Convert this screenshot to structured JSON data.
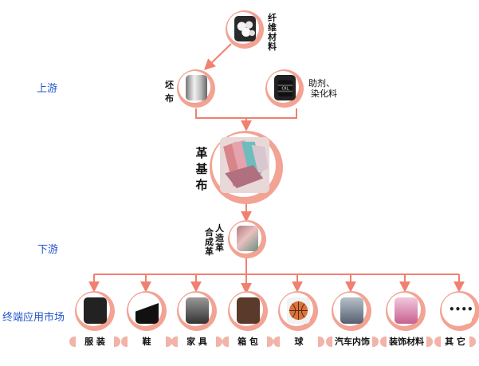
{
  "colors": {
    "accent": "#f08070",
    "line": "#f08070",
    "side_label": "#2255cc"
  },
  "side_labels": {
    "upstream": "上游",
    "downstream": "下游",
    "terminal": "终端应用市场"
  },
  "nodes": {
    "fiber": {
      "label": "纤维材料",
      "icon": "cotton-bolls-photo"
    },
    "greige": {
      "label": "坯布",
      "icon": "fabric-roll-photo"
    },
    "auxiliaries": {
      "label_line1": "助剂、",
      "label_line2": "染化料",
      "icon": "oil-barrel-photo"
    },
    "base_fabric": {
      "label": "革基布",
      "icon": "fabric-swatches-photo"
    },
    "synthetic_leather": {
      "label_col1": "人造革",
      "label_col2": "合成革",
      "icon": "leather-roll-photo"
    }
  },
  "markets": [
    {
      "label": "服 装",
      "icon": "leather-jacket-photo"
    },
    {
      "label": "鞋",
      "icon": "leather-shoes-photo"
    },
    {
      "label": "家 具",
      "icon": "leather-sofa-photo"
    },
    {
      "label": "箱 包",
      "icon": "handbag-photo"
    },
    {
      "label": "球",
      "icon": "basketball-photo"
    },
    {
      "label": "汽车内饰",
      "icon": "car-interior-photo"
    },
    {
      "label": "装饰材料",
      "icon": "decor-room-photo"
    },
    {
      "label": "其 它",
      "icon": "ellipsis-dots"
    }
  ]
}
